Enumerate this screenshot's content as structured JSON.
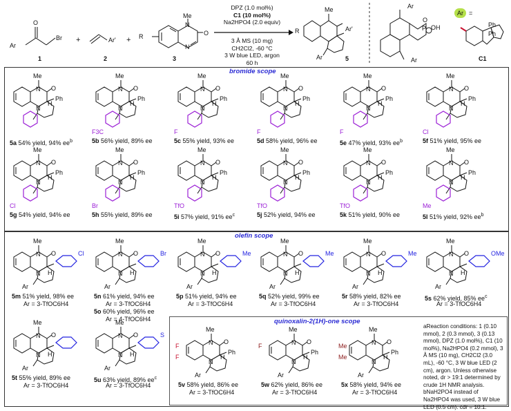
{
  "scheme": {
    "reagent1": {
      "label": "1",
      "ar": "Ar",
      "br": "Br",
      "o": "O"
    },
    "reagent2": {
      "label": "2",
      "ar": "Ar'"
    },
    "reagent3": {
      "label": "3",
      "r": "R",
      "me": "Me",
      "n": "N",
      "o": "O"
    },
    "product": {
      "label": "5",
      "r": "R",
      "ar": "Ar",
      "arp": "Ar'",
      "me": "Me"
    },
    "plus": "+",
    "conditions": [
      "DPZ (1.0 mol%)",
      "C1 (10 mol%)",
      "Na2HPO4 (2.0 equiv)",
      "3 Å MS (10 mg)",
      "CH2Cl2, -60 °C",
      "3 W blue LED, argon",
      "60 h"
    ],
    "catalyst": {
      "label": "C1",
      "ar_badge": "Ar",
      "equals": "=",
      "ph1": "Ph",
      "ph2": "Ph",
      "acid": "O",
      "p": "P",
      "oh": "OH"
    }
  },
  "sections": {
    "bromide": "bromide scope",
    "olefin": "olefin scope",
    "quinox": "quinoxalin-2(1H)-one scope"
  },
  "bromide_items": [
    {
      "id": "5a",
      "text": "54% yield, 94% ee",
      "sup": "b",
      "sub": "",
      "color": "#9b1fd6"
    },
    {
      "id": "5b",
      "text": "56% yield, 89% ee",
      "sup": "",
      "sub": "F3C",
      "color": "#9b1fd6"
    },
    {
      "id": "5c",
      "text": "55% yield, 93% ee",
      "sup": "",
      "sub": "F",
      "color": "#9b1fd6"
    },
    {
      "id": "5d",
      "text": "58% yield, 96% ee",
      "sup": "",
      "sub": "F",
      "color": "#9b1fd6"
    },
    {
      "id": "5e",
      "text": "47% yield, 93% ee",
      "sup": "b",
      "sub": "F",
      "color": "#9b1fd6"
    },
    {
      "id": "5f",
      "text": "51% yield, 95% ee",
      "sup": "",
      "sub": "Cl",
      "color": "#9b1fd6"
    },
    {
      "id": "5g",
      "text": "54% yield, 94% ee",
      "sup": "",
      "sub": "Cl",
      "color": "#9b1fd6"
    },
    {
      "id": "5h",
      "text": "55% yield, 89% ee",
      "sup": "",
      "sub": "Br",
      "color": "#9b1fd6"
    },
    {
      "id": "5i",
      "text": "57% yield, 91% ee",
      "sup": "c",
      "sub": "TfO",
      "color": "#9b1fd6"
    },
    {
      "id": "5j",
      "text": "52% yield, 94% ee",
      "sup": "",
      "sub": "TfO",
      "color": "#9b1fd6"
    },
    {
      "id": "5k",
      "text": "51% yield, 90% ee",
      "sup": "",
      "sub": "TfO",
      "color": "#9b1fd6"
    },
    {
      "id": "5l",
      "text": "51% yield, 92% ee",
      "sup": "b",
      "sub": "Me",
      "color": "#9b1fd6"
    }
  ],
  "olefin_items": [
    {
      "id": "5m",
      "line1": "51% yield, 98% ee",
      "line2": "Ar = 3-TfOC6H4",
      "sub": "Cl"
    },
    {
      "id": "5n",
      "line1": "61% yield, 94% ee",
      "line2": "Ar = 3-TfOC6H4",
      "sub": "Br",
      "extra_id": "5o",
      "extra_line1": "60% yield, 96% ee",
      "extra_line2": "Ar = 4-TfOC6H4"
    },
    {
      "id": "5p",
      "line1": "51% yield, 94% ee",
      "line2": "Ar = 3-TfOC6H4",
      "sub": "Me"
    },
    {
      "id": "5q",
      "line1": "52% yield, 99% ee",
      "line2": "Ar = 3-TfOC6H4",
      "sub": "Me"
    },
    {
      "id": "5r",
      "line1": "58% yield, 82% ee",
      "line2": "Ar = 3-TfOC6H4",
      "sub": "Me"
    },
    {
      "id": "5s",
      "line1": "62% yield, 85% ee",
      "sup": "c",
      "line2": "Ar = 3-TfOC6H4",
      "sub": "OMe"
    },
    {
      "id": "5t",
      "line1": "55% yield, 89% ee",
      "line2": "Ar = 3-TfOC6H4",
      "sub": ""
    },
    {
      "id": "5u",
      "line1": "63% yield, 89% ee",
      "sup": "c",
      "line2": "Ar = 3-TfOC6H4",
      "sub": "S"
    }
  ],
  "quinox_items": [
    {
      "id": "5v",
      "line1": "58% yield, 86% ee",
      "line2": "Ar = 3-TfOC6H4",
      "sub1": "F",
      "sub2": "F"
    },
    {
      "id": "5w",
      "line1": "62% yield, 86% ee",
      "line2": "Ar = 3-TfOC6H4",
      "sub1": "F",
      "sub2": ""
    },
    {
      "id": "5x",
      "line1": "58% yield, 94% ee",
      "line2": "Ar = 3-TfOC6H4",
      "sub1": "Me",
      "sub2": "Me"
    }
  ],
  "common_labels": {
    "me": "Me",
    "n": "N",
    "o": "O",
    "h": "H",
    "ph": "Ph",
    "ar": "Ar"
  },
  "footnote": "aReaction conditions: 1 (0.10 mmol), 2 (0.3 mmol), 3 (0.13 mmol), DPZ (1.0 mol%), C1 (10 mol%), Na2HPO4 (0.2 mmol), 3 Å MS (10 mg), CH2Cl2 (3.0 mL), -60 °C, 3 W blue LED (2 cm), argon. Unless otherwise noted, dr > 19:1 determined by crude 1H NMR analysis. bNaH2PO4 instead of Na2HPO4 was used, 3 W blue LED (0.5 cm). cdr = 10:1.",
  "colors": {
    "scope_blue": "#2b2bd4",
    "purple": "#9b1fd6",
    "blue": "#2323e0",
    "red": "#c8102e",
    "darkred": "#8b1a1a",
    "green": "#2f8f2f"
  }
}
